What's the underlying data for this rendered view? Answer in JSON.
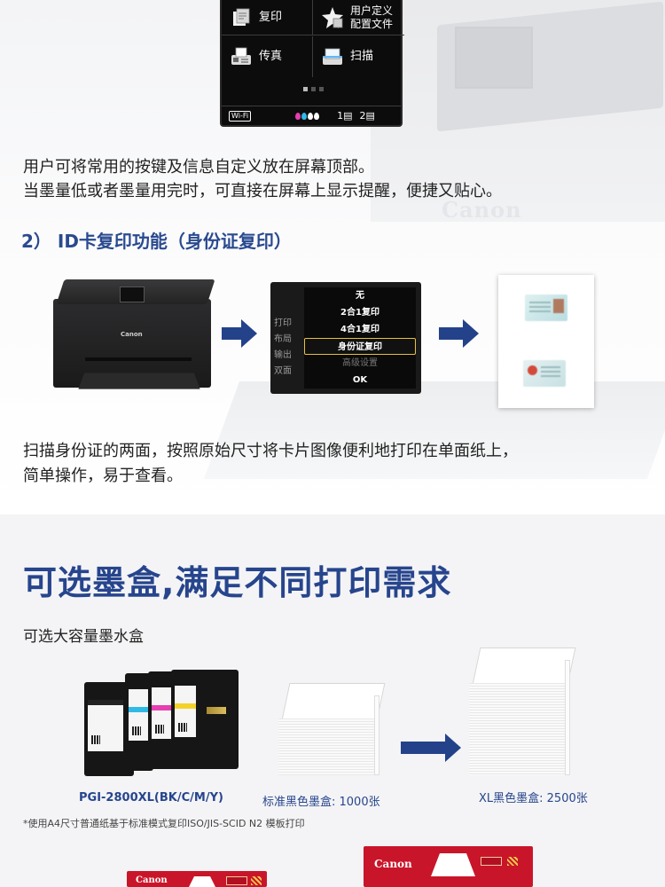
{
  "lcd": {
    "copy_label": "复印",
    "profile_label_line1": "用户定义",
    "profile_label_line2": "配置文件",
    "fax_label": "传真",
    "scan_label": "扫描",
    "wifi_label": "Wi-Fi",
    "tray1": "1",
    "tray2": "2",
    "ink_colors": [
      "#e63fb0",
      "#2fb9e6",
      "#ffffff",
      "#ffffff"
    ]
  },
  "intro": {
    "line1": "用户可将常用的按键及信息自定义放在屏幕顶部。",
    "line2": "当墨量低或者墨量用完时，可直接在屏幕上显示提醒，便捷又贴心。"
  },
  "section2": {
    "heading": "2） ID卡复印功能（身份证复印）"
  },
  "printer": {
    "brand": "Canon"
  },
  "background_brand": "Canon",
  "id_menu": {
    "side_items": [
      "打印",
      "布局",
      "输出",
      "双面"
    ],
    "items": [
      "无",
      "2合1复印",
      "4合1复印",
      "身份证复印",
      "高级设置",
      "OK"
    ]
  },
  "id_desc": {
    "line1": "扫描身份证的两面，按照原始尺寸将卡片图像便利地打印在单面纸上，",
    "line2": "简单操作，易于查看。"
  },
  "ink_section": {
    "title": "可选墨盒,满足不同打印需求",
    "subtitle": "可选大容量墨水盒",
    "cartridge_caption": "PGI-2800XL(BK/C/M/Y)",
    "standard_caption": "标准黑色墨盒: 1000张",
    "xl_caption": "XL黑色墨盒: 2500张",
    "footnote": "*使用A4尺寸普通纸基于标准模式复印ISO/JIS-SCID N2 模板打印",
    "box_brand": "Canon"
  },
  "colors": {
    "accent_blue": "#27458d",
    "arrow_blue": "#24428a",
    "canon_red": "#c9152a"
  }
}
